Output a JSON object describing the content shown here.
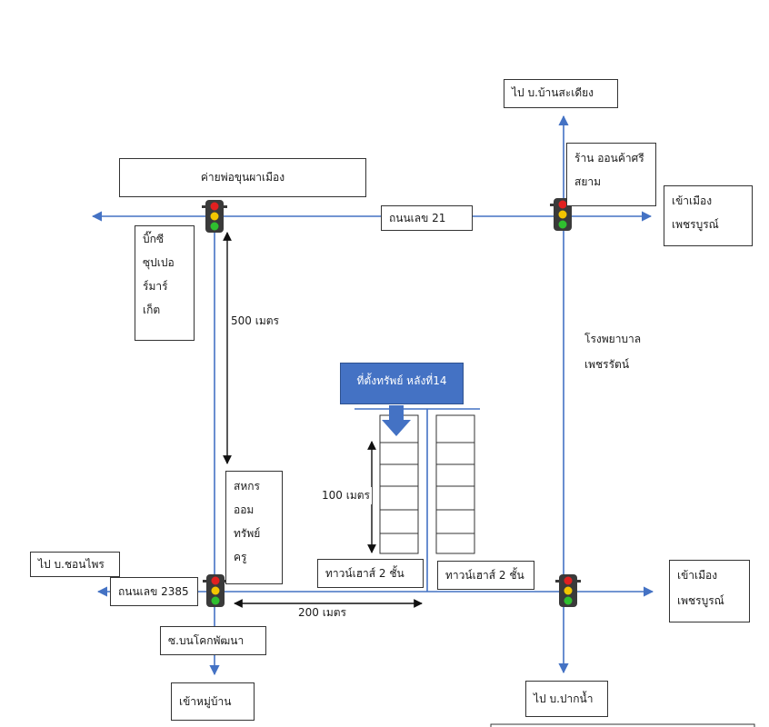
{
  "colors": {
    "road": "#4472c4",
    "banner": "#4472c4",
    "signal_housing": "#3a3a3a"
  },
  "labels": {
    "to_ban_sa_diang": "ไป บ.บ้านสะเดียง",
    "aeon_shop": [
      "ร้าน ออนค้าศรี",
      "สยาม"
    ],
    "enter_city_top": [
      "เข้าเมือง",
      "เพชรบูรณ์"
    ],
    "camp": "ค่ายพ่อขุนผาเมือง",
    "road_21": "ถนนเลข 21",
    "big_c": [
      "บิ๊กซี",
      "ซุปเปอ",
      "ร์มาร์",
      "เก็ต"
    ],
    "distance_500": "500 เมตร",
    "hospital": [
      "โรงพยาบาล",
      "เพชรรัตน์"
    ],
    "property_banner": "ที่ตั้งทรัพย์ หลังที่14",
    "distance_100": "100 เมตร",
    "cooperative": [
      "สหกร",
      "ออม",
      "ทรัพย์",
      "ครู"
    ],
    "to_ban_khon_phrai": "ไป บ.ชอนไพร",
    "road_2385": "ถนนเลข 2385",
    "townhouse_left": "ทาวน์เฮาส์ 2 ชั้น",
    "townhouse_right": "ทาวน์เฮาส์ 2 ชั้น",
    "enter_city_bottom": [
      "เข้าเมือง",
      "เพชรบูรณ์"
    ],
    "distance_200": "200 เมตร",
    "soi_bon_khok": "ซ.บนโคกพัฒนา",
    "to_village": "เข้าหมู่บ้าน",
    "to_ban_pak_nam": "ไป บ.ปากน้ำ"
  }
}
